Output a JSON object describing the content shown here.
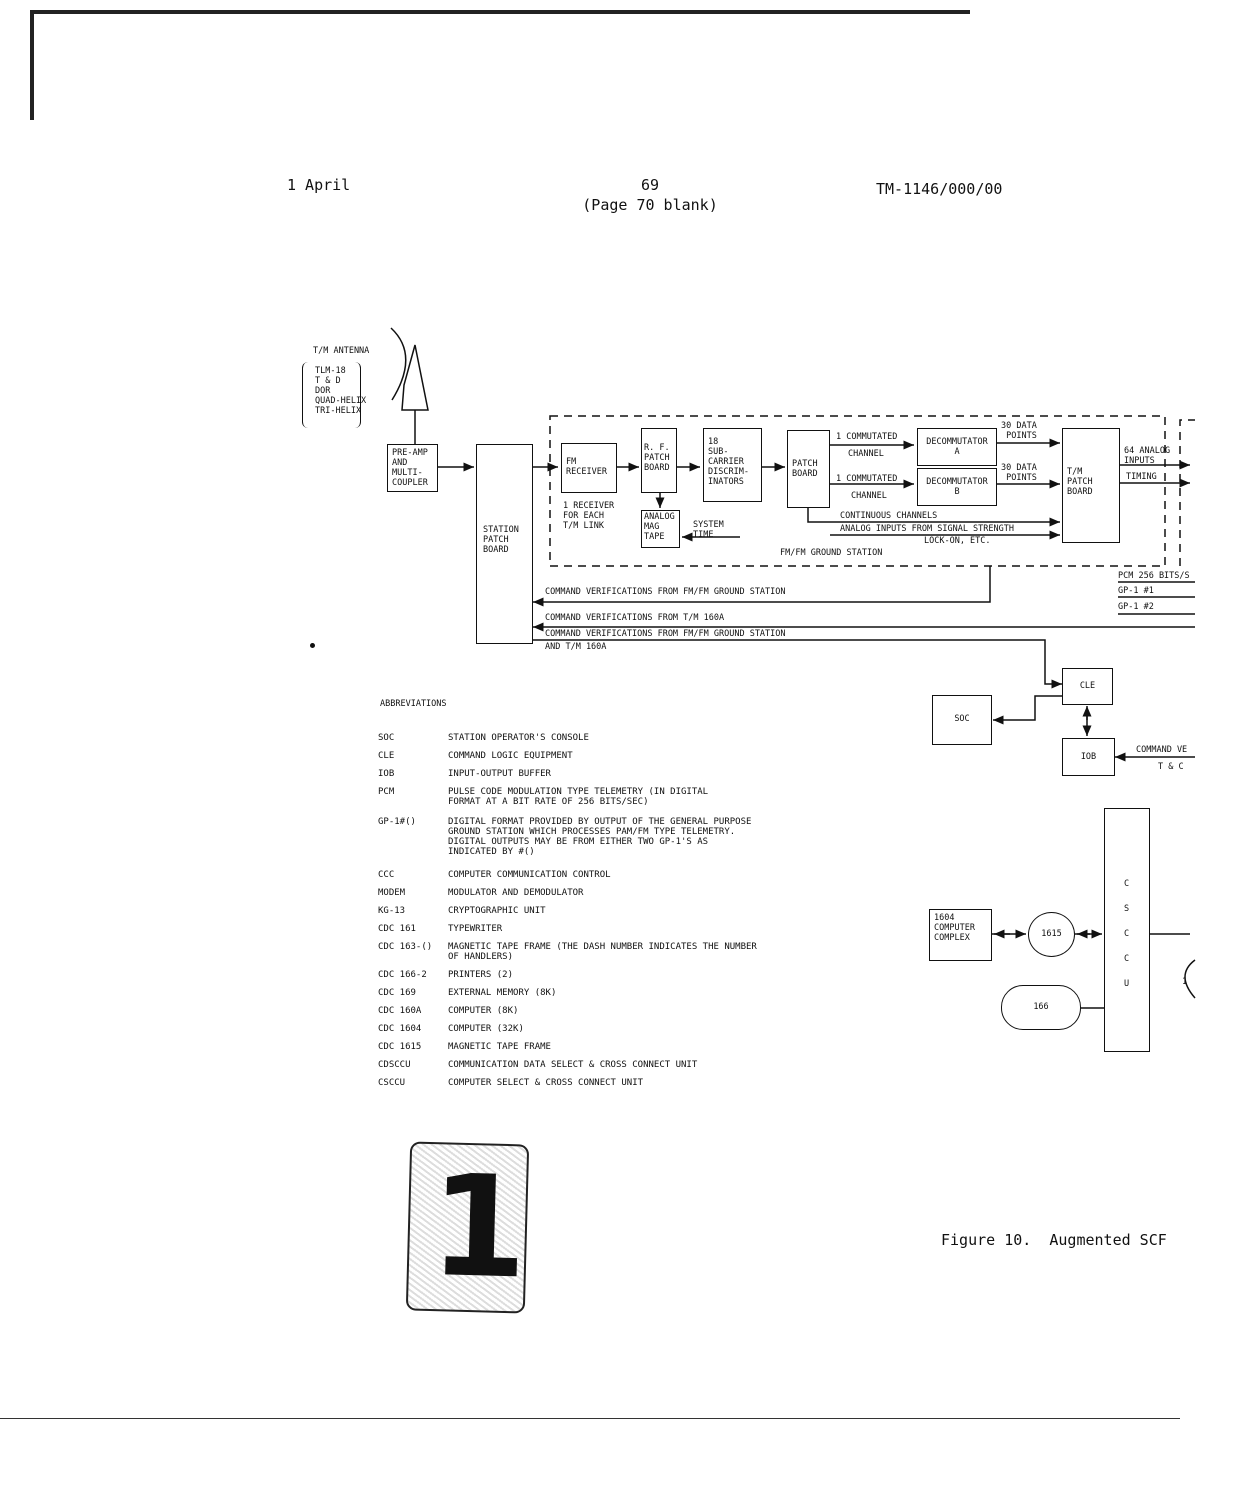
{
  "header": {
    "date": "1 April",
    "page_number": "69",
    "page_note": "(Page 70 blank)",
    "doc_id": "TM-1146/000/00"
  },
  "antenna": {
    "title": "T/M ANTENNA",
    "types": [
      "TLM-18",
      "T & D",
      "DOR",
      "QUAD-HELIX",
      "TRI-HELIX"
    ]
  },
  "blocks": {
    "preamp": "PRE-AMP\nAND\nMULTI-\nCOUPLER",
    "station_patch": "STATION\nPATCH\nBOARD",
    "fm_receiver": "FM\nRECEIVER",
    "receiver_note": "1 RECEIVER\nFOR EACH\nT/M LINK",
    "rf_patch": "R. F.\nPATCH\nBOARD",
    "analog_tape": "ANALOG\nMAG\nTAPE",
    "system_time": "SYSTEM\nTIME",
    "subcarrier": "18\nSUB-\nCARRIER\nDISCRIM-\nINATORS",
    "patch_board": "PATCH\nBOARD",
    "decom_a": "DECOMMUTATOR\nA",
    "decom_b": "DECOMMUTATOR\nB",
    "tm_patch": "T/M\nPATCH\nBOARD",
    "ground_station": "FM/FM GROUND STATION",
    "cle": "CLE",
    "soc": "SOC",
    "iob": "IOB",
    "computer_complex": "1604\nCOMPUTER\nCOMPLEX",
    "tape_1615": "1615",
    "printer_166": "166",
    "cscu_letters": [
      "C",
      "S",
      "C",
      "C",
      "U"
    ],
    "cut_label": "1"
  },
  "signals": {
    "commutated_1": "1 COMMUTATED",
    "channel_1": "CHANNEL",
    "commutated_2": "1 COMMUTATED",
    "channel_2": "CHANNEL",
    "data_points_1": "30 DATA\nPOINTS",
    "data_points_2": "30 DATA\nPOINTS",
    "continuous": "CONTINUOUS CHANNELS",
    "analog_inputs": "ANALOG INPUTS FROM SIGNAL STRENGTH",
    "lockon": "LOCK-ON, ETC.",
    "analog_64": "64 ANALOG\nINPUTS",
    "timing": "TIMING",
    "pcm": "PCM 256 BITS/S",
    "gp1_1": "GP-1 #1",
    "gp1_2": "GP-1 #2",
    "cmd_ver_fm": "COMMAND VERIFICATIONS FROM FM/FM GROUND STATION",
    "cmd_ver_tm": "COMMAND VERIFICATIONS FROM T/M 160A",
    "cmd_ver_both_1": "COMMAND VERIFICATIONS FROM FM/FM GROUND STATION",
    "cmd_ver_both_2": "AND T/M 160A",
    "command_ve": "COMMAND VE",
    "t_and_c": "T & C"
  },
  "abbreviations": {
    "heading": "ABBREVIATIONS",
    "items": [
      {
        "code": "SOC",
        "def": "STATION OPERATOR'S CONSOLE"
      },
      {
        "code": "CLE",
        "def": "COMMAND LOGIC EQUIPMENT"
      },
      {
        "code": "IOB",
        "def": "INPUT-OUTPUT BUFFER"
      },
      {
        "code": "PCM",
        "def": "PULSE CODE MODULATION TYPE TELEMETRY (IN DIGITAL\nFORMAT AT A BIT RATE OF 256 BITS/SEC)"
      },
      {
        "code": "GP-1#()",
        "def": "DIGITAL FORMAT PROVIDED BY OUTPUT OF THE GENERAL PURPOSE\nGROUND STATION WHICH PROCESSES PAM/FM TYPE TELEMETRY.\nDIGITAL OUTPUTS MAY BE FROM EITHER TWO GP-1'S AS\nINDICATED BY #()"
      },
      {
        "code": "CCC",
        "def": "COMPUTER COMMUNICATION CONTROL"
      },
      {
        "code": "MODEM",
        "def": "MODULATOR AND DEMODULATOR"
      },
      {
        "code": "KG-13",
        "def": "CRYPTOGRAPHIC UNIT"
      },
      {
        "code": "CDC 161",
        "def": "TYPEWRITER"
      },
      {
        "code": "CDC 163-()",
        "def": "MAGNETIC TAPE FRAME (THE DASH NUMBER INDICATES THE NUMBER\nOF HANDLERS)"
      },
      {
        "code": "CDC 166-2",
        "def": "PRINTERS (2)"
      },
      {
        "code": "CDC 169",
        "def": "EXTERNAL MEMORY (8K)"
      },
      {
        "code": "CDC 160A",
        "def": "COMPUTER (8K)"
      },
      {
        "code": "CDC 1604",
        "def": "COMPUTER (32K)"
      },
      {
        "code": "CDC 1615",
        "def": "MAGNETIC TAPE FRAME"
      },
      {
        "code": "CDSCCU",
        "def": "COMMUNICATION DATA SELECT & CROSS CONNECT UNIT"
      },
      {
        "code": "CSCCU",
        "def": "COMPUTER SELECT & CROSS CONNECT UNIT"
      }
    ]
  },
  "figure_caption": "Figure 10.  Augmented SCF"
}
